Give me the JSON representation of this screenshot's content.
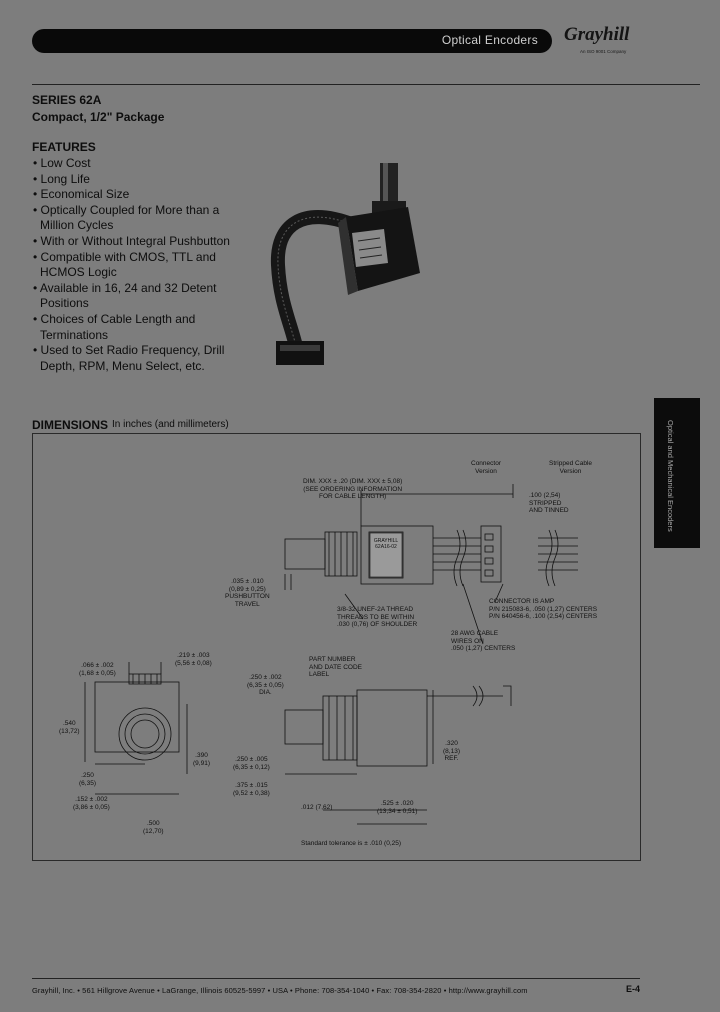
{
  "header": {
    "banner_title": "Optical Encoders",
    "brand": "Grayhill",
    "brand_tagline": "An ISO 9001 Company"
  },
  "series": {
    "title": "SERIES 62A",
    "subtitle": "Compact, 1/2\" Package"
  },
  "features": {
    "title": "FEATURES",
    "items": [
      "• Low Cost",
      "• Long Life",
      "• Economical Size",
      "• Optically Coupled for More than a Million Cycles",
      "• With or Without Integral Pushbutton",
      "• Compatible with CMOS, TTL and HCMOS Logic",
      "• Available in 16, 24 and 32 Detent Positions",
      "• Choices of Cable Length and Terminations",
      "• Used to Set Radio Frequency, Drill Depth, RPM, Menu Select, etc."
    ]
  },
  "side_tab": {
    "text": "Optical and Mechanical Encoders"
  },
  "dimensions": {
    "title": "DIMENSIONS",
    "subtitle": "In inches (and millimeters)",
    "labels": {
      "connector_version": "Connector\nVersion",
      "stripped_cable_version": "Stripped Cable\nVersion",
      "dim_xxx": "DIM. XXX ± .20 (DIM. XXX ± 5,08)\n(SEE ORDERING INFORMATION\nFOR CABLE LENGTH)",
      "stripped_tinned": ".100 (2,54)\nSTRIPPED\nAND TINNED",
      "pushbutton_travel": ".035 ± .010\n(0,89 ± 0,25)\nPUSHBUTTON\nTRAVEL",
      "thread": "3/8-32 UNEF-2A THREAD\nTHREADS TO BE WITHIN\n.030 (0,76) OF SHOULDER",
      "connector_amp": "CONNECTOR IS AMP\nP/N 215083-6, .050 (1,27) CENTERS\nP/N 640456-6, .100 (2,54) CENTERS",
      "awg": "28 AWG CABLE\nWIRES ON\n.050 (1,27) CENTERS",
      "part_number": "PART NUMBER\nAND DATE CODE\nLABEL",
      "dim_219": ".219 ± .003\n(5,56 ± 0,08)",
      "dim_066": ".066 ± .002\n(1,68 ± 0,05)",
      "dim_540": ".540\n(13,72)",
      "dim_390": ".390\n(9,91)",
      "dim_250": ".250\n(6,35)",
      "dim_152": ".152 ± .002\n(3,86 ± 0,05)",
      "dim_500": ".500\n(12,70)",
      "dim_dia": ".250 ± .002\n(6,35 ± 0,05)\nDIA.",
      "dim_250b": ".250 ± .005\n(6,35 ± 0,12)",
      "dim_375": ".375 ± .015\n(9,52 ± 0,38)",
      "dim_012": ".012 (7,62)",
      "dim_525": ".525 ± .020\n(13,34 ± 0,51)",
      "dim_320": ".320\n(8,13)\nREF.",
      "tolerance": "Standard tolerance is ± .010 (0,25)",
      "label_text": "GRAYHILL\n62A16-02"
    }
  },
  "footer": {
    "address": "Grayhill, Inc. • 561 Hillgrove Avenue • LaGrange, Illinois  60525-5997 • USA • Phone: 708-354-1040 • Fax: 708-354-2820 • http://www.grayhill.com",
    "page": "E-4"
  },
  "colors": {
    "page_background": "#7d7d7d",
    "banner": "#090909",
    "ink": "#0d0d0d"
  }
}
